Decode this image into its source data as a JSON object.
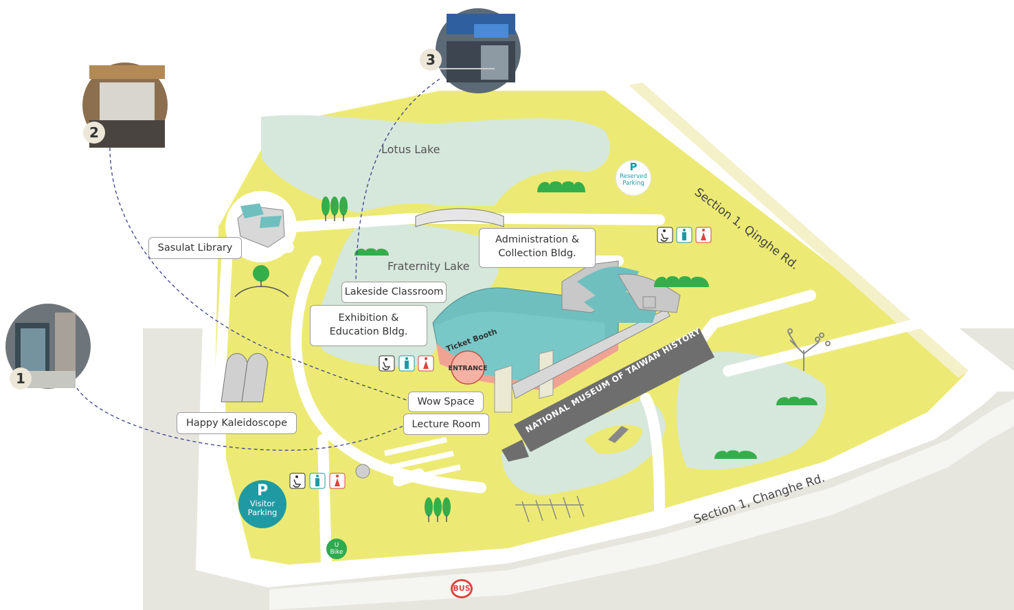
{
  "labels": {
    "lotus_lake": "Lotus Lake",
    "fraternity_lake": "Fraternity Lake",
    "sasulat_library": "Sasulat Library",
    "administration": [
      "Administration &",
      "Collection Bldg."
    ],
    "lakeside_classroom": "Lakeside Classroom",
    "exhibition": [
      "Exhibition &",
      "Education Bldg."
    ],
    "wow_space": "Wow Space",
    "lecture_room": "Lecture Room",
    "happy_kaleidoscope": "Happy Kaleidoscope",
    "ticket_booth": "Ticket Booth",
    "entrance": "ENTRANCE",
    "museum_name": "NATIONAL MUSEUM OF TAIWAN HISTORY",
    "road_qinghe": "Section 1, Qinghe Rd.",
    "road_changhe": "Section 1, Changhe Rd."
  },
  "parking": {
    "visitor": {
      "symbol": "P",
      "lines": [
        "Visitor",
        "Parking"
      ]
    },
    "reserved": {
      "symbol": "P",
      "lines": [
        "Reserved",
        "Parking"
      ]
    }
  },
  "ubike": {
    "lines": [
      "U",
      "Bike"
    ]
  },
  "bus": "BUS",
  "photo_markers": [
    "1",
    "2",
    "3"
  ],
  "colors": {
    "lawn": "#ecea74",
    "path": "#ffffff",
    "water": "#d6e7dc",
    "building_teal": "#6fbfbf",
    "salmon": "#f0a293",
    "grey_zone": "#e7e6de",
    "tree_green": "#34ae4b",
    "parking_teal": "#1f9aa3",
    "bus_red": "#d9453d",
    "dash_line": "#3a3f8f"
  },
  "icons": [
    "wheelchair-icon",
    "male-toilet-icon",
    "female-toilet-icon",
    "tree-icon",
    "bridge-icon"
  ]
}
